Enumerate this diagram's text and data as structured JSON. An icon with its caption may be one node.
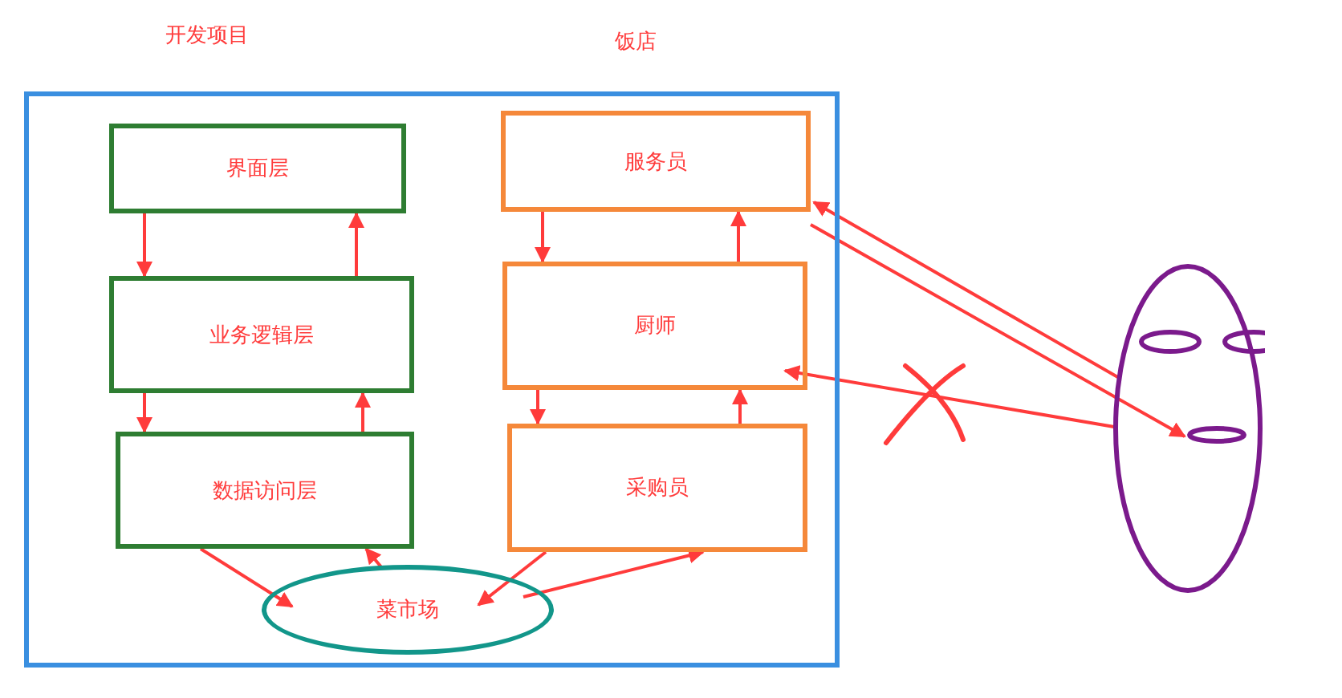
{
  "diagram": {
    "nodes": [
      {
        "text": [],
        "shape": "box"
      },
      {
        "text": [
          "界面层"
        ],
        "in": 0
      },
      {
        "text": [
          "业务逻辑层"
        ],
        "in": 0
      },
      {
        "text": [
          "数据访问层"
        ],
        "in": 0
      },
      {
        "text": [
          "服务员"
        ],
        "in": 0
      },
      {
        "text": [
          "厨师"
        ],
        "in": 0
      },
      {
        "text": [
          "采购员"
        ],
        "in": 0
      },
      {
        "text": [
          "菜市场"
        ],
        "in": 0
      },
      {
        "text": [],
        "shape": "picture"
      }
    ],
    "edges": [
      {
        "from": 1,
        "to": 2,
        "arrow": "to"
      },
      {
        "from": 2,
        "to": 1,
        "arrow": "to"
      },
      {
        "from": 2,
        "to": 3,
        "arrow": "to"
      },
      {
        "from": 3,
        "to": 2,
        "arrow": "to"
      },
      {
        "from": 4,
        "to": 5,
        "arrow": "to"
      },
      {
        "from": 5,
        "to": 4,
        "arrow": "to"
      },
      {
        "from": 5,
        "to": 6,
        "arrow": "to"
      },
      {
        "from": 6,
        "to": 5,
        "arrow": "to"
      },
      {
        "from": 3,
        "to": 7,
        "arrow": "to"
      },
      {
        "from": 7,
        "to": 3,
        "arrow": "to"
      },
      {
        "from": 6,
        "to": 7,
        "arrow": "to"
      },
      {
        "from": 7,
        "to": 6,
        "arrow": "to"
      },
      {
        "from": 8,
        "to": 4,
        "arrow": "to"
      },
      {
        "from": 4,
        "to": 8,
        "arrow": "to"
      },
      {
        "from": 8,
        "to": 5,
        "arrow": "to"
      }
    ],
    "labels": [
      "开发项目",
      "饭店"
    ]
  }
}
